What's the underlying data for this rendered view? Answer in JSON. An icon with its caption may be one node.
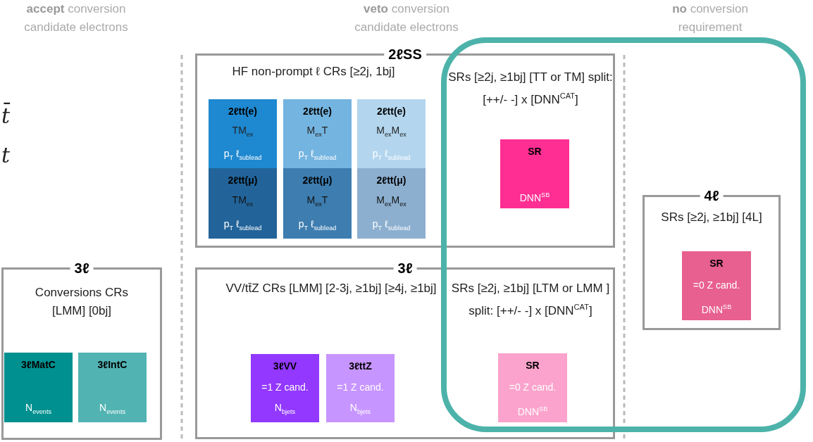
{
  "diagram": {
    "nodes": [
      {
        "text": [
          "2ℓSS",
          "HF non-prompt ℓ CRs [≥2j, 1bj]",
          "SRs [≥2j, ≥1bj] [TT or TM] split: [++/- -] x [DNN$^{CAT}$]"
        ]
      },
      {
        "text": [
          "2ℓtt(e)",
          "TM$_{ex}$",
          "p$_{T}$ ℓ$_{sublead}$"
        ],
        "in": 0
      },
      {
        "text": [
          "2ℓtt(e)",
          "M$_{ex}$T",
          "p$_{T}$ ℓ$_{sublead}$"
        ],
        "in": 0
      },
      {
        "text": [
          "2ℓtt(e)",
          "M$_{ex}$M$_{ex}$",
          "p$_{T}$ ℓ$_{sublead}$"
        ],
        "in": 0
      },
      {
        "text": [
          "2ℓtt(μ)",
          "TM$_{ex}$",
          "p$_{T}$ ℓ$_{sublead}$"
        ],
        "in": 0
      },
      {
        "text": [
          "2ℓtt(μ)",
          "M$_{ex}$T",
          "p$_{T}$ ℓ$_{sublead}$"
        ],
        "in": 0
      },
      {
        "text": [
          "2ℓtt(μ)",
          "M$_{ex}$M$_{ex}$",
          "p$_{T}$ ℓ$_{sublead}$"
        ],
        "in": 0
      },
      {
        "text": [
          "SR",
          "DNN$^{SB}$"
        ],
        "in": 0
      },
      {
        "text": [
          "4ℓ",
          "SRs [≥2j, ≥1bj] [4L]"
        ]
      },
      {
        "text": [
          "SR",
          "=0 Z cand.",
          "DNN$^{SB}$"
        ],
        "in": 8
      },
      {
        "text": [
          "3ℓ",
          "Conversions CRs [LMM] [0bj]"
        ]
      },
      {
        "text": [
          "3ℓMatC",
          "N$_{events}$"
        ],
        "in": 10
      },
      {
        "text": [
          "3ℓIntC",
          "N$_{events}$"
        ],
        "in": 10
      },
      {
        "text": [
          "3ℓ",
          "VV/tt̄Z CRs [LMM] [2-3j, ≥1bj] [≥4j, ≥1bj]",
          "SRs [≥2j, ≥1bj] [LTM or LMM ] split: [++/- -] x [DNN$^{CAT}$]"
        ]
      },
      {
        "text": [
          "3ℓVV",
          "=1 Z cand.",
          "N$_{bjets}$"
        ],
        "in": 13
      },
      {
        "text": [
          "3ℓttZ",
          "=1 Z cand.",
          "N$_{bjets}$"
        ],
        "in": 13
      },
      {
        "text": [
          "SR",
          "=0 Z cand.",
          "DNN$^{SB}$"
        ],
        "in": 13
      }
    ],
    "edges": [],
    "labels": [
      "**accept** conversion candidate electrons",
      "**veto** conversion candidate electrons",
      "**no** conversion requirement",
      "t̄",
      "t"
    ]
  }
}
